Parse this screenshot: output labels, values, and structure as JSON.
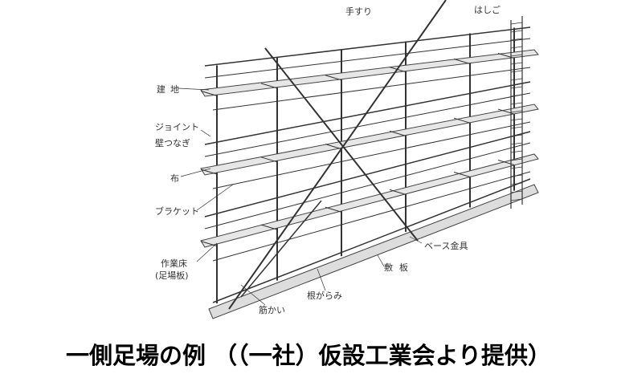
{
  "labels": {
    "handrail": "手すり",
    "ladder": "はしご",
    "standard": "建地",
    "joint": "ジョイント",
    "wall_tie": "壁つなぎ",
    "ledger": "布",
    "bracket": "ブラケット",
    "work_floor": "作業床",
    "scaffold_board": "(足場板)",
    "brace": "筋かい",
    "base_tie": "根がらみ",
    "sole_board": "敷板",
    "base_fitting": "ベース金具"
  },
  "caption": "一側足場の例 （（一社）仮設工業会より提供）"
}
